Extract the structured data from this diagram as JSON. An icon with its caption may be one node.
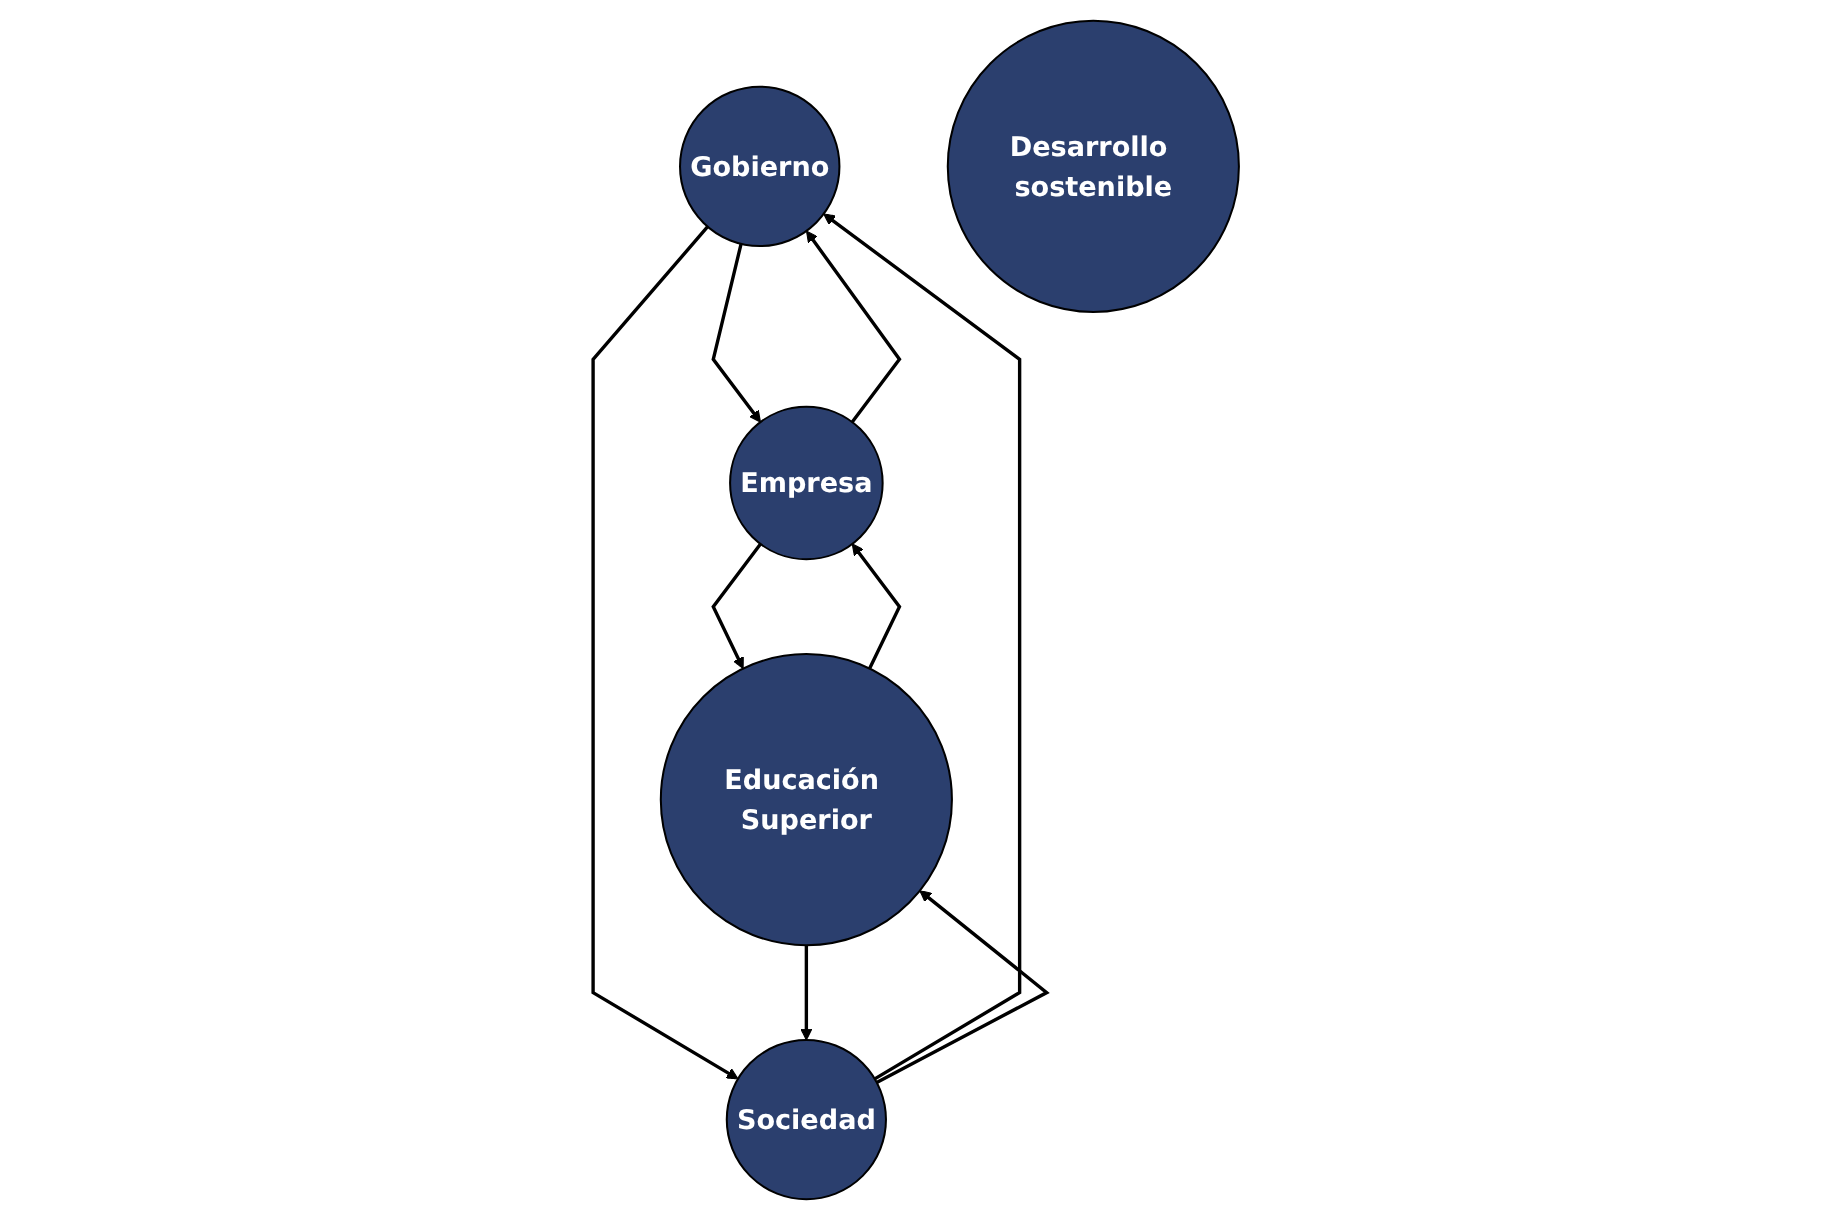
{
  "diagram": {
    "nodes": [
      {
        "text": [
          "Gobierno"
        ]
      },
      {
        "text": [
          "Empresa"
        ]
      },
      {
        "text": [
          "Desarrollo sostenible"
        ]
      },
      {
        "text": [
          "Sociedad"
        ]
      },
      {
        "text": [
          "Educación Superior"
        ]
      }
    ],
    "edges": [
      {
        "from": 0,
        "to": 1,
        "arrow": "to"
      },
      {
        "from": 1,
        "to": 0,
        "arrow": "to"
      },
      {
        "from": 0,
        "to": 3,
        "arrow": "to"
      },
      {
        "from": 3,
        "to": 0,
        "arrow": "to"
      },
      {
        "from": 3,
        "to": 4,
        "arrow": "to"
      },
      {
        "from": 4,
        "to": 3,
        "arrow": "to"
      },
      {
        "from": 4,
        "to": 1,
        "arrow": "to"
      },
      {
        "from": 1,
        "to": 4,
        "arrow": "to"
      }
    ]
  }
}
